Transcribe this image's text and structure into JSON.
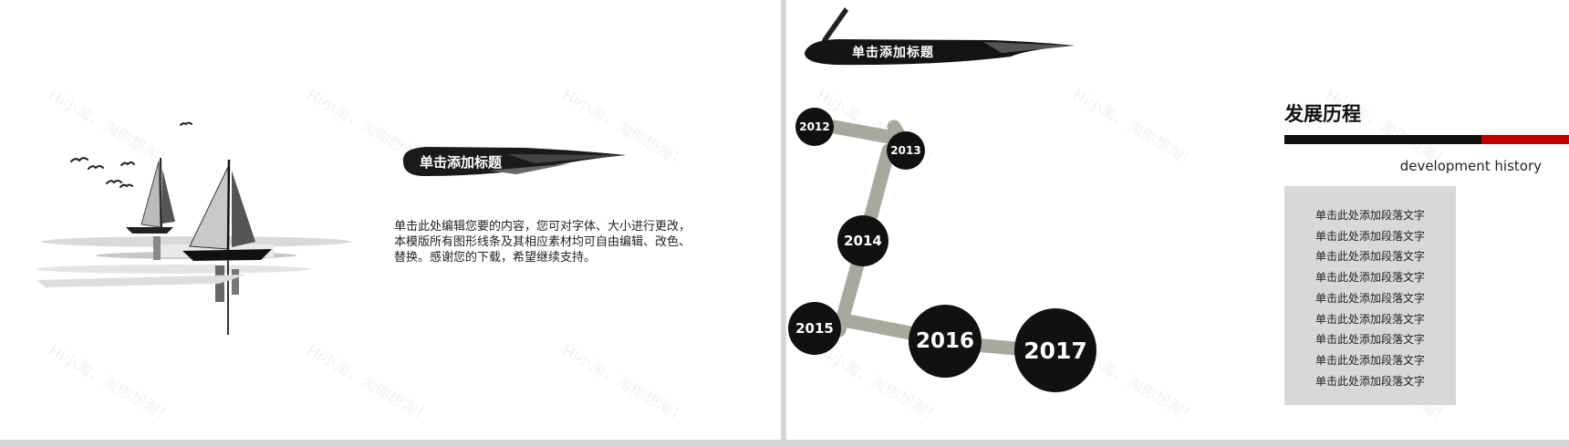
{
  "left_slide": {
    "title": "单击添加标题",
    "body_lines": [
      "单击此处编辑您要的内容，您可对字体、大小进行更改，",
      "本模版所有图形线条及其相应素材均可自由编辑、改色、",
      "替换。感谢您的下载，希望继续支持。"
    ]
  },
  "right_slide": {
    "title": "单击添加标题",
    "timeline_years": [
      "2012",
      "2013",
      "2014",
      "2015",
      "2016",
      "2017"
    ],
    "history_title": "发展历程",
    "history_subtitle": "development history",
    "panel_lines": [
      "单击此处添加段落文字",
      "单击此处添加段落文字",
      "单击此处添加段落文字",
      "单击此处添加段落文字",
      "单击此处添加段落文字",
      "单击此处添加段落文字",
      "单击此处添加段落文字",
      "单击此处添加段落文字",
      "单击此处添加段落文字"
    ]
  },
  "watermark_text": "Hi小淘，淘你想淘！",
  "colors": {
    "ink": "#111111",
    "accent_red": "#c00000",
    "panel": "#d8d8d8",
    "stroke": "#a9a89f"
  }
}
